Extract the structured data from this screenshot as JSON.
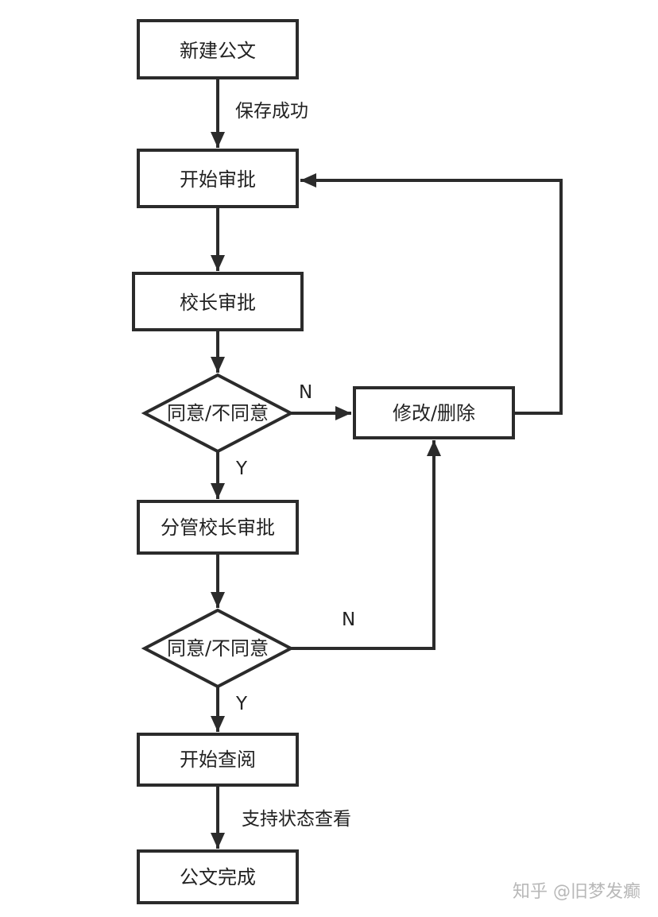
{
  "nodes": {
    "new_doc": "新建公文",
    "start_approval": "开始审批",
    "principal_approval": "校长审批",
    "decision_1": "同意/不同意",
    "modify_delete": "修改/删除",
    "vice_principal_approval": "分管校长审批",
    "decision_2": "同意/不同意",
    "start_review": "开始查阅",
    "doc_complete": "公文完成"
  },
  "edges": {
    "save_success": "保存成功",
    "yes_1": "Y",
    "no_1": "N",
    "yes_2": "Y",
    "no_2": "N",
    "status_view": "支持状态查看"
  },
  "watermark": "知乎 @旧梦发癫",
  "colors": {
    "stroke": "#2b2b2b",
    "text": "#222222",
    "background": "#ffffff"
  }
}
